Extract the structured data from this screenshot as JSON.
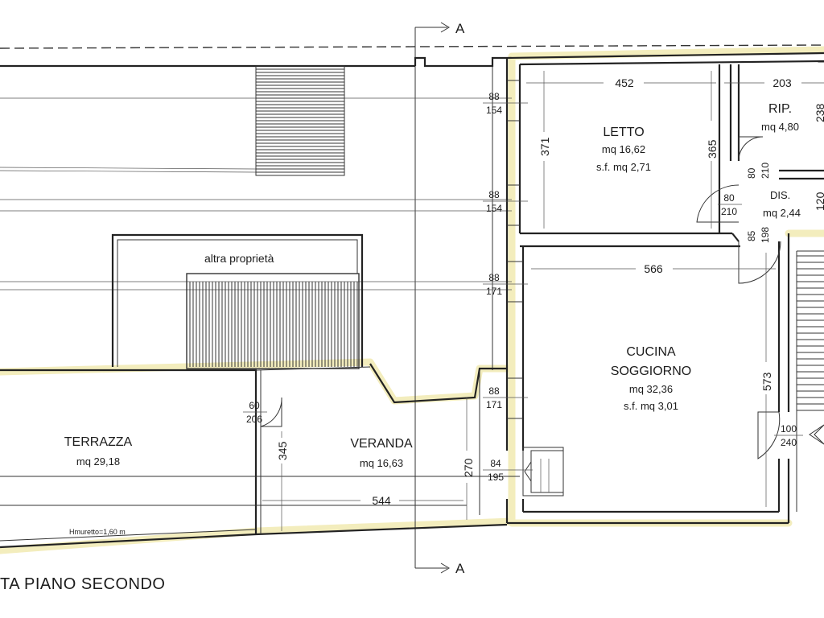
{
  "drawing": {
    "title": "TA PIANO SECONDO",
    "section_marker": "A",
    "section_marker_bottom": "A"
  },
  "rooms": {
    "letto": {
      "name": "LETTO",
      "area": "mq 16,62",
      "sf": "s.f. mq 2,71"
    },
    "rip": {
      "name": "RIP.",
      "area": "mq 4,80"
    },
    "dis": {
      "name": "DIS.",
      "area": "mq 2,44"
    },
    "cucina": {
      "name_1": "CUCINA",
      "name_2": "SOGGIORNO",
      "area": "mq 32,36",
      "sf": "s.f. mq 3,01"
    },
    "terrazza": {
      "name": "TERRAZZA",
      "area": "mq 29,18"
    },
    "veranda": {
      "name": "VERANDA",
      "area": "mq 16,63"
    },
    "altra": {
      "name": "altra proprietà"
    }
  },
  "dimensions": {
    "d452": "452",
    "d203": "203",
    "d238": "238",
    "d371": "371",
    "d365": "365",
    "d120": "120",
    "d566": "566",
    "d573": "573",
    "d345": "345",
    "d270": "270",
    "d544": "544"
  },
  "openings": {
    "w1": {
      "top": "88",
      "bottom": "154"
    },
    "w2": {
      "top": "88",
      "bottom": "154"
    },
    "w3": {
      "top": "88",
      "bottom": "171"
    },
    "w4": {
      "top": "88",
      "bottom": "171"
    },
    "w5": {
      "top": "84",
      "bottom": "195"
    },
    "w6": {
      "top": "60",
      "bottom": "206"
    },
    "d_rip": {
      "top": "80",
      "bottom": "210"
    },
    "d_letto": {
      "top": "80",
      "bottom": "210"
    },
    "d_cucina": {
      "top": "85",
      "bottom": "198"
    },
    "d_entry": {
      "top": "100",
      "bottom": "240"
    }
  },
  "notes": {
    "parapet": "Hmuretto=1,60 m"
  }
}
